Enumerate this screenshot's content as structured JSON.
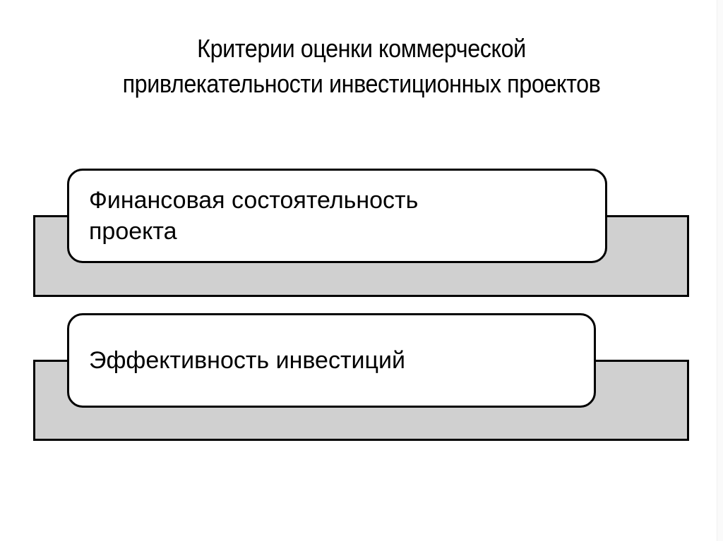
{
  "slide": {
    "title_lines": [
      "Критерии оценки коммерческой",
      "привлекательности инвестиционных проектов"
    ]
  },
  "criteria": [
    {
      "lines": [
        "Финансовая состоятельность",
        "проекта"
      ]
    },
    {
      "lines": [
        "Эффективность инвестиций"
      ]
    }
  ],
  "colors": {
    "band_fill": "#d0d0d0",
    "outline": "#000000",
    "box_fill": "#ffffff",
    "text": "#000000"
  }
}
